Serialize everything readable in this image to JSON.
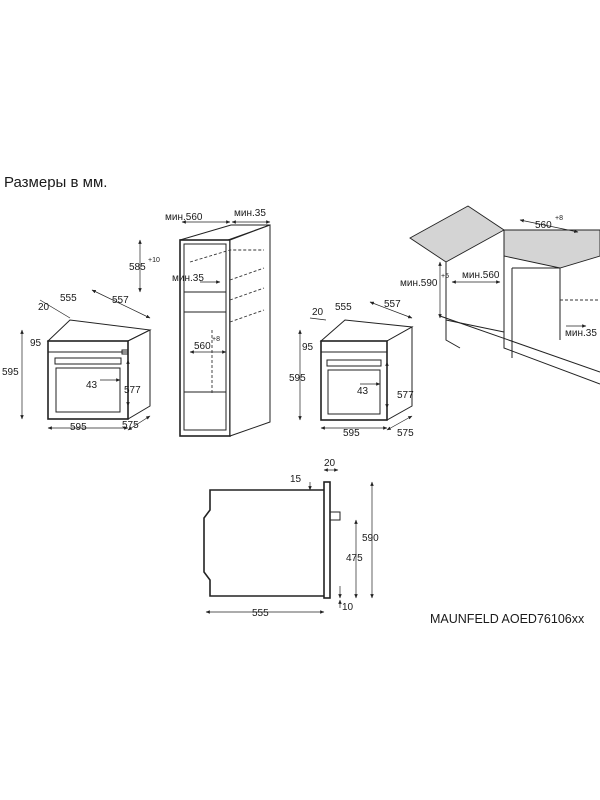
{
  "caption": "Размеры в мм.",
  "model": "MAUNFELD AOED76106xx",
  "oven_left": {
    "d20": "20",
    "d555": "555",
    "d557": "557",
    "d95": "95",
    "d595h": "595",
    "d43": "43",
    "d577": "577",
    "d595w": "595",
    "d575": "575"
  },
  "tall_cabinet": {
    "min560": "мин.560",
    "min35_top": "мин.35",
    "d585": "585",
    "sup10": "+10",
    "min35_mid": "мин.35",
    "d560": "560",
    "sup8": "+8"
  },
  "oven_mid": {
    "d20": "20",
    "d555": "555",
    "d557": "557",
    "d95": "95",
    "d595h": "595",
    "d43": "43",
    "d577": "577",
    "d595w": "595",
    "d575": "575"
  },
  "under_counter": {
    "d560": "560",
    "sup8": "+8",
    "min590": "мин.590",
    "sup5": "+5",
    "min560": "мин.560",
    "min35": "мин.35"
  },
  "side_view": {
    "d20": "20",
    "d15": "15",
    "d590": "590",
    "d475": "475",
    "d555": "555",
    "d10": "10"
  }
}
